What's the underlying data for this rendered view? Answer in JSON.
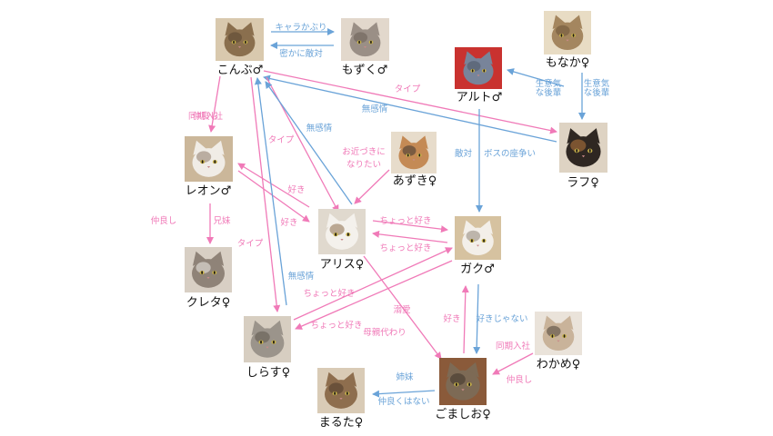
{
  "colors": {
    "pink": "#f07ab8",
    "blue": "#6aa3d8",
    "text": "#111111"
  },
  "nodes": [
    {
      "id": "konbu",
      "name": "こんぶ♂",
      "image": "cat-photo"
    },
    {
      "id": "mozuku",
      "name": "もずく♂",
      "image": "cat-photo"
    },
    {
      "id": "monaka",
      "name": "もなか♀",
      "image": "cat-photo"
    },
    {
      "id": "aruto",
      "name": "アルト♂",
      "image": "cat-photo"
    },
    {
      "id": "leon",
      "name": "レオン♂",
      "image": "cat-photo"
    },
    {
      "id": "azuki",
      "name": "あずき♀",
      "image": "cat-photo"
    },
    {
      "id": "rafu",
      "name": "ラフ♀",
      "image": "cat-photo"
    },
    {
      "id": "alice",
      "name": "アリス♀",
      "image": "cat-photo"
    },
    {
      "id": "gaku",
      "name": "ガク♂",
      "image": "cat-photo"
    },
    {
      "id": "kureta",
      "name": "クレタ♀",
      "image": "cat-photo"
    },
    {
      "id": "shirasu",
      "name": "しらす♀",
      "image": "cat-photo"
    },
    {
      "id": "wakame",
      "name": "わかめ♀",
      "image": "cat-photo"
    },
    {
      "id": "maruta",
      "name": "まるた♀",
      "image": "cat-photo"
    },
    {
      "id": "gomashio",
      "name": "ごましお♀",
      "image": "cat-photo"
    }
  ],
  "edges": [
    {
      "from": "konbu",
      "to": "mozuku",
      "color": "blue",
      "label": "キャラかぶり"
    },
    {
      "from": "mozuku",
      "to": "konbu",
      "color": "blue",
      "label": "密かに敵対"
    },
    {
      "from": "monaka",
      "to": "aruto",
      "color": "blue",
      "label": "生意気 な後輩"
    },
    {
      "from": "monaka",
      "to": "rafu",
      "color": "blue",
      "label": "生意気 な後輩"
    },
    {
      "from": "konbu",
      "to": "rafu",
      "color": "pink",
      "label": "タイプ"
    },
    {
      "from": "rafu",
      "to": "konbu",
      "color": "blue",
      "label": "無感情"
    },
    {
      "from": "konbu",
      "to": "leon",
      "color": "pink",
      "label": "同期入社 仲良し"
    },
    {
      "from": "konbu",
      "to": "alice",
      "color": "pink",
      "label": "タイプ"
    },
    {
      "from": "alice",
      "to": "konbu",
      "color": "blue",
      "label": "無感情"
    },
    {
      "from": "azuki",
      "to": "alice",
      "color": "pink",
      "label": "お近づきに なりたい"
    },
    {
      "from": "aruto",
      "to": "gaku",
      "color": "blue",
      "label": "敵対 ボスの座争い"
    },
    {
      "from": "alice",
      "to": "leon",
      "color": "pink",
      "label": "好き"
    },
    {
      "from": "leon",
      "to": "alice",
      "color": "pink",
      "label": "好き"
    },
    {
      "from": "leon",
      "to": "kureta",
      "color": "pink",
      "label": "仲良し 兄妹"
    },
    {
      "from": "alice",
      "to": "gaku",
      "color": "pink",
      "label": "ちょっと好き"
    },
    {
      "from": "gaku",
      "to": "alice",
      "color": "pink",
      "label": "ちょっと好き"
    },
    {
      "from": "konbu",
      "to": "shirasu",
      "color": "pink",
      "label": "タイプ"
    },
    {
      "from": "shirasu",
      "to": "konbu",
      "color": "blue",
      "label": "無感情"
    },
    {
      "from": "shirasu",
      "to": "gaku",
      "color": "pink",
      "label": "ちょっと好き"
    },
    {
      "from": "gaku",
      "to": "shirasu",
      "color": "pink",
      "label": "ちょっと好き"
    },
    {
      "from": "alice",
      "to": "gomashio",
      "color": "pink",
      "label": "溺愛 母親代わり"
    },
    {
      "from": "gomashio",
      "to": "gaku",
      "color": "pink",
      "label": "好き"
    },
    {
      "from": "gaku",
      "to": "gomashio",
      "color": "blue",
      "label": "好きじゃない"
    },
    {
      "from": "wakame",
      "to": "gomashio",
      "color": "pink",
      "label": "同期入社 仲良し"
    },
    {
      "from": "gomashio",
      "to": "maruta",
      "color": "blue",
      "label": "姉妹 仲良くはない"
    }
  ]
}
